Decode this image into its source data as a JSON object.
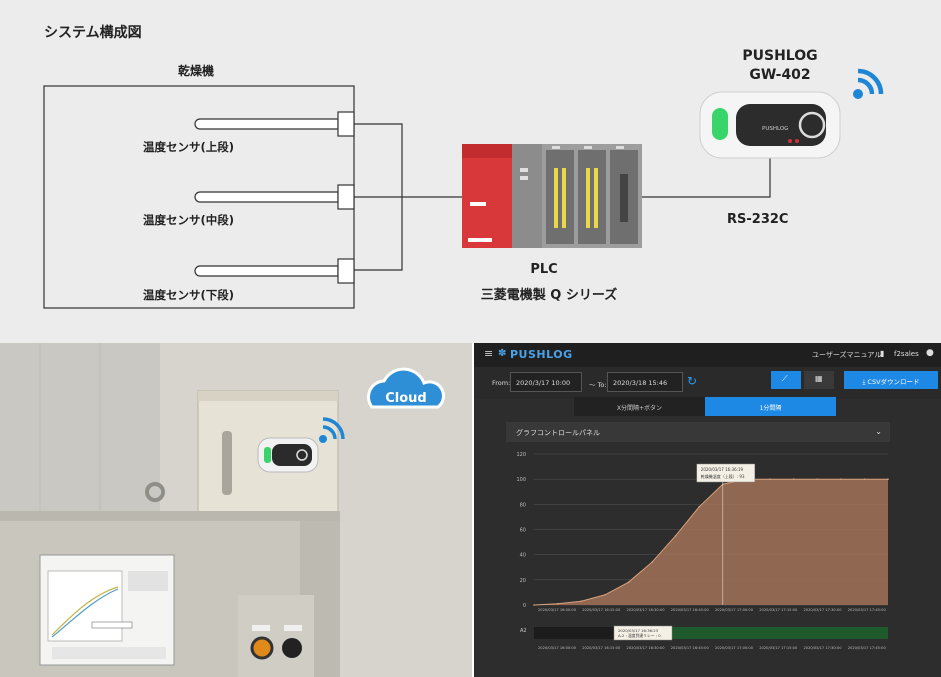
{
  "diagram": {
    "title": "システム構成図",
    "dryer_label": "乾燥機",
    "sensors": [
      "温度センサ(上段)",
      "温度センサ(中段)",
      "温度センサ(下段)"
    ],
    "plc_label": "PLC",
    "plc_sub": "三菱電機製 Q シリーズ",
    "pushlog_name": "PUSHLOG",
    "pushlog_model": "GW-402",
    "rs_label": "RS-232C",
    "device_logo": "PUSHLOG"
  },
  "photo": {
    "cloud_label": "Cloud",
    "colors": {
      "cloud": "#2e8fd6",
      "wifi": "#1f86d6",
      "led": "#39d56a"
    }
  },
  "dashboard": {
    "brand": "PUSHLOG",
    "manual": "ユーザーズマニュアル",
    "user": "f2sales",
    "from_label": "From:",
    "from_value": "2020/3/17 10:00",
    "to_label": "〜 To:",
    "to_value": "2020/3/18 15:46",
    "csv_label": "CSVダウンロード",
    "tab_left": "X分間隔+ボタン",
    "tab_right": "1分間隔",
    "panel_label": "グラフコントロールパネル",
    "colors": {
      "accent": "#1e88e5",
      "fill": "#a27257",
      "line": "#d9a27c"
    }
  },
  "chart_data": {
    "type": "area",
    "ylim": [
      0,
      120
    ],
    "yticks": [
      "0",
      "20",
      "40",
      "60",
      "80",
      "100",
      "120"
    ],
    "x": [
      "16:00",
      "16:05",
      "16:10",
      "16:15",
      "16:20",
      "16:25",
      "16:30",
      "16:35",
      "16:40",
      "16:45",
      "16:50",
      "16:55",
      "17:00",
      "17:15",
      "17:30",
      "17:45"
    ],
    "values": [
      0,
      1,
      3,
      8,
      18,
      34,
      55,
      78,
      96,
      100,
      100,
      100,
      100,
      100,
      100,
      100
    ],
    "tooltip": {
      "time": "2020/03/17 16:36:19",
      "label": "乾燥機温度（上段）:",
      "value": "93"
    },
    "xticks": [
      "2020/03/17 16:00:00",
      "2020/03/17 16:15:00",
      "2020/03/17 16:30:00",
      "2020/03/17 16:45:00",
      "2020/03/17 17:00:00",
      "2020/03/17 17:15:00",
      "2020/03/17 17:30:00",
      "2020/03/17 17:45:00"
    ],
    "x_label_top": [
      "2020/03/17 16:00:00",
      "2020/03/17 16:15:00",
      "2020/03/17 16:30:00",
      "2020/03/17 16:45:00",
      "2020/03/17 17:00:00",
      "2020/03/17 17:15:00",
      "2020/03/17 17:30:00",
      "2020/03/17 17:45:00"
    ],
    "strip_label": "A2",
    "strip_tooltip": {
      "time": "2020/03/17 16:36:23",
      "label": "A-2 : 温度到達リレー : 0"
    }
  }
}
